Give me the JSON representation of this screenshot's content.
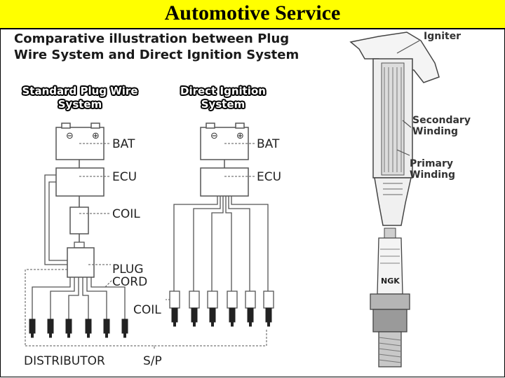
{
  "slide": {
    "title": "Automotive Service"
  },
  "diagram": {
    "title_line1": "Comparative illustration between Plug",
    "title_line2": "Wire System and Direct Ignition System",
    "standard": {
      "label_line1": "Standard Plug Wire",
      "label_line2": "System"
    },
    "direct": {
      "label_line1": "Direct Ignition",
      "label_line2": "System"
    },
    "labels": {
      "bat": "BAT",
      "ecu": "ECU",
      "coil": "COIL",
      "plug_cord_line1": "PLUG",
      "plug_cord_line2": "CORD",
      "coil_direct": "COIL",
      "distributor": "DISTRIBUTOR",
      "sp": "S/P"
    }
  },
  "photo": {
    "igniter": "Igniter",
    "secondary_line1": "Secondary",
    "secondary_line2": "Winding",
    "primary_line1": "Primary",
    "primary_line2": "Winding",
    "brand": "NGK"
  }
}
